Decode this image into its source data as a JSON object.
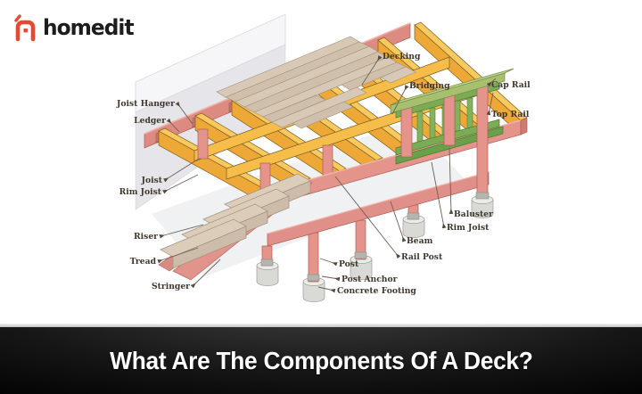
{
  "logo": {
    "brand": "homedit"
  },
  "banner": {
    "title": "What Are The Components Of A Deck?"
  },
  "diagram": {
    "labels": {
      "joist_hanger": "Joist Hanger",
      "ledger": "Ledger",
      "joist": "Joist",
      "rim_joist_left": "Rim Joist",
      "riser": "Riser",
      "tread": "Tread",
      "stringer": "Stringer",
      "decking": "Decking",
      "bridging": "Bridging",
      "cap_rail": "Cap Rail",
      "top_rail": "Top Rail",
      "baluster": "Baluster",
      "rim_joist_right": "Rim Joist",
      "beam": "Beam",
      "rail_post": "Rail Post",
      "post": "Post",
      "post_anchor": "Post Anchor",
      "concrete_footing": "Concrete Footing"
    },
    "colors": {
      "joist_yellow": "#eda838",
      "joist_yellow_top": "#f8c95e",
      "frame_pink": "#e5948b",
      "frame_pink_dark": "#cf7b71",
      "rail_green": "#7cab55",
      "cap_green": "#c8d893",
      "decking_tan": "#d8c9b6",
      "concrete_gray": "#d9d9d5",
      "wall_gray": "#e6e6ea",
      "logo_orange": "#e8482f",
      "banner_black": "#000000"
    }
  }
}
